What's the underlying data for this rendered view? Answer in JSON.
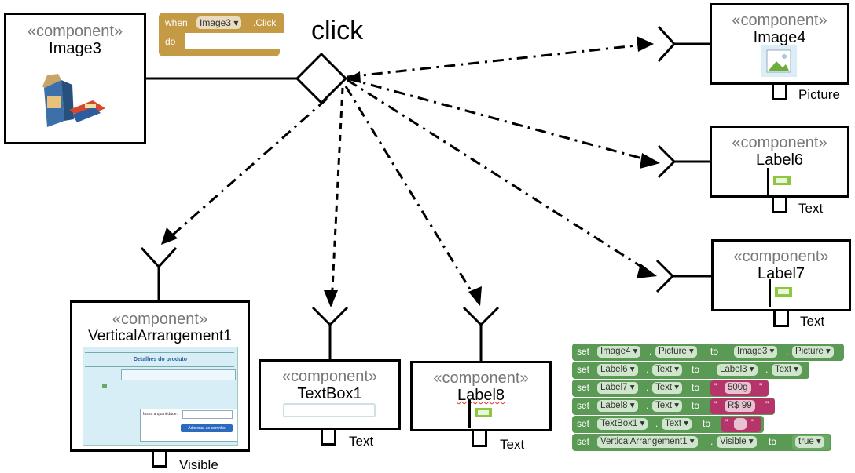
{
  "trigger": {
    "label": "click"
  },
  "stereotype": "«component»",
  "components": {
    "image3": {
      "name": "Image3"
    },
    "image4": {
      "name": "Image4",
      "port": "Picture"
    },
    "label6": {
      "name": "Label6",
      "port": "Text"
    },
    "label7": {
      "name": "Label7",
      "port": "Text"
    },
    "vertical": {
      "name": "VerticalArrangement1",
      "port": "Visible"
    },
    "textbox1": {
      "name": "TextBox1",
      "port": "Text"
    },
    "label8": {
      "name": "Label8",
      "port": "Text"
    }
  },
  "thumbnail": {
    "title": "Detalhes do produto",
    "qty_label": "Insira a quantidade:",
    "button": "Adicionar ao carrinho"
  },
  "event_block": {
    "when": "when",
    "component": "Image3",
    "event": ".Click",
    "do": "do"
  },
  "set_block": {
    "rows": [
      {
        "kw": "set",
        "comp": "Image4",
        "prop": "Picture",
        "to": "to",
        "val_comp": "Image3",
        "val_prop": "Picture"
      },
      {
        "kw": "set",
        "comp": "Label6",
        "prop": "Text",
        "to": "to",
        "val_comp": "Label3",
        "val_prop": "Text"
      },
      {
        "kw": "set",
        "comp": "Label7",
        "prop": "Text",
        "to": "to",
        "text": "500g"
      },
      {
        "kw": "set",
        "comp": "Label8",
        "prop": "Text",
        "to": "to",
        "text": "R$ 99"
      },
      {
        "kw": "set",
        "comp": "TextBox1",
        "prop": "Text",
        "to": "to",
        "text": ""
      },
      {
        "kw": "set",
        "comp": "VerticalArrangement1",
        "prop": "Visible",
        "to": "to",
        "bool": "true"
      }
    ]
  },
  "colors": {
    "event_block": "#c49a44",
    "set_block": "#5a9a55",
    "text_block": "#b5356b",
    "label_icon": "#8dc63f"
  },
  "icons": [
    "product-photo-icon",
    "image-placeholder-icon",
    "label-icon",
    "dropdown-arrow-icon"
  ]
}
